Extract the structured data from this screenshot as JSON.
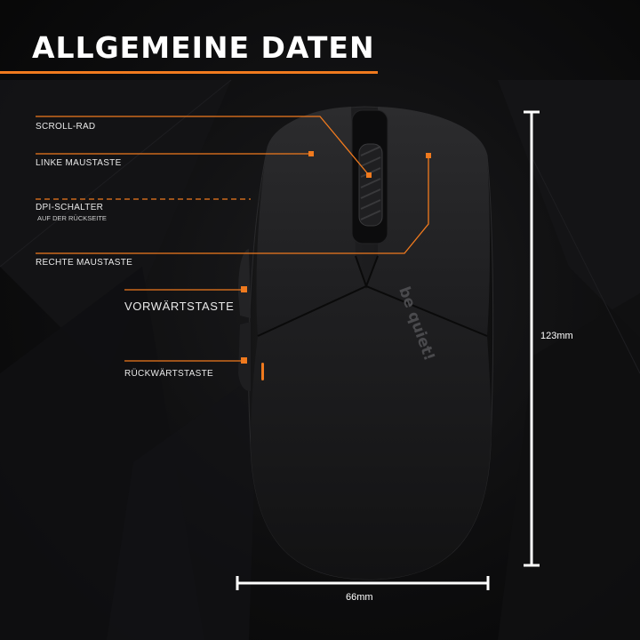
{
  "title": "ALLGEMEINE DATEN",
  "brand_logo": "be quiet!",
  "accent_color": "#f07a1e",
  "callouts": {
    "scroll_wheel": "SCROLL-RAD",
    "left_button": "LINKE MAUSTASTE",
    "dpi_switch": "DPI-SCHALTER",
    "dpi_switch_note": "AUF DER RÜCKSEITE",
    "right_button": "RECHTE MAUSTASTE",
    "forward_button": "VORWÄRTSTASTE",
    "back_button": "RÜCKWÄRTSTASTE"
  },
  "dimensions": {
    "length": "123mm",
    "width": "66mm"
  }
}
